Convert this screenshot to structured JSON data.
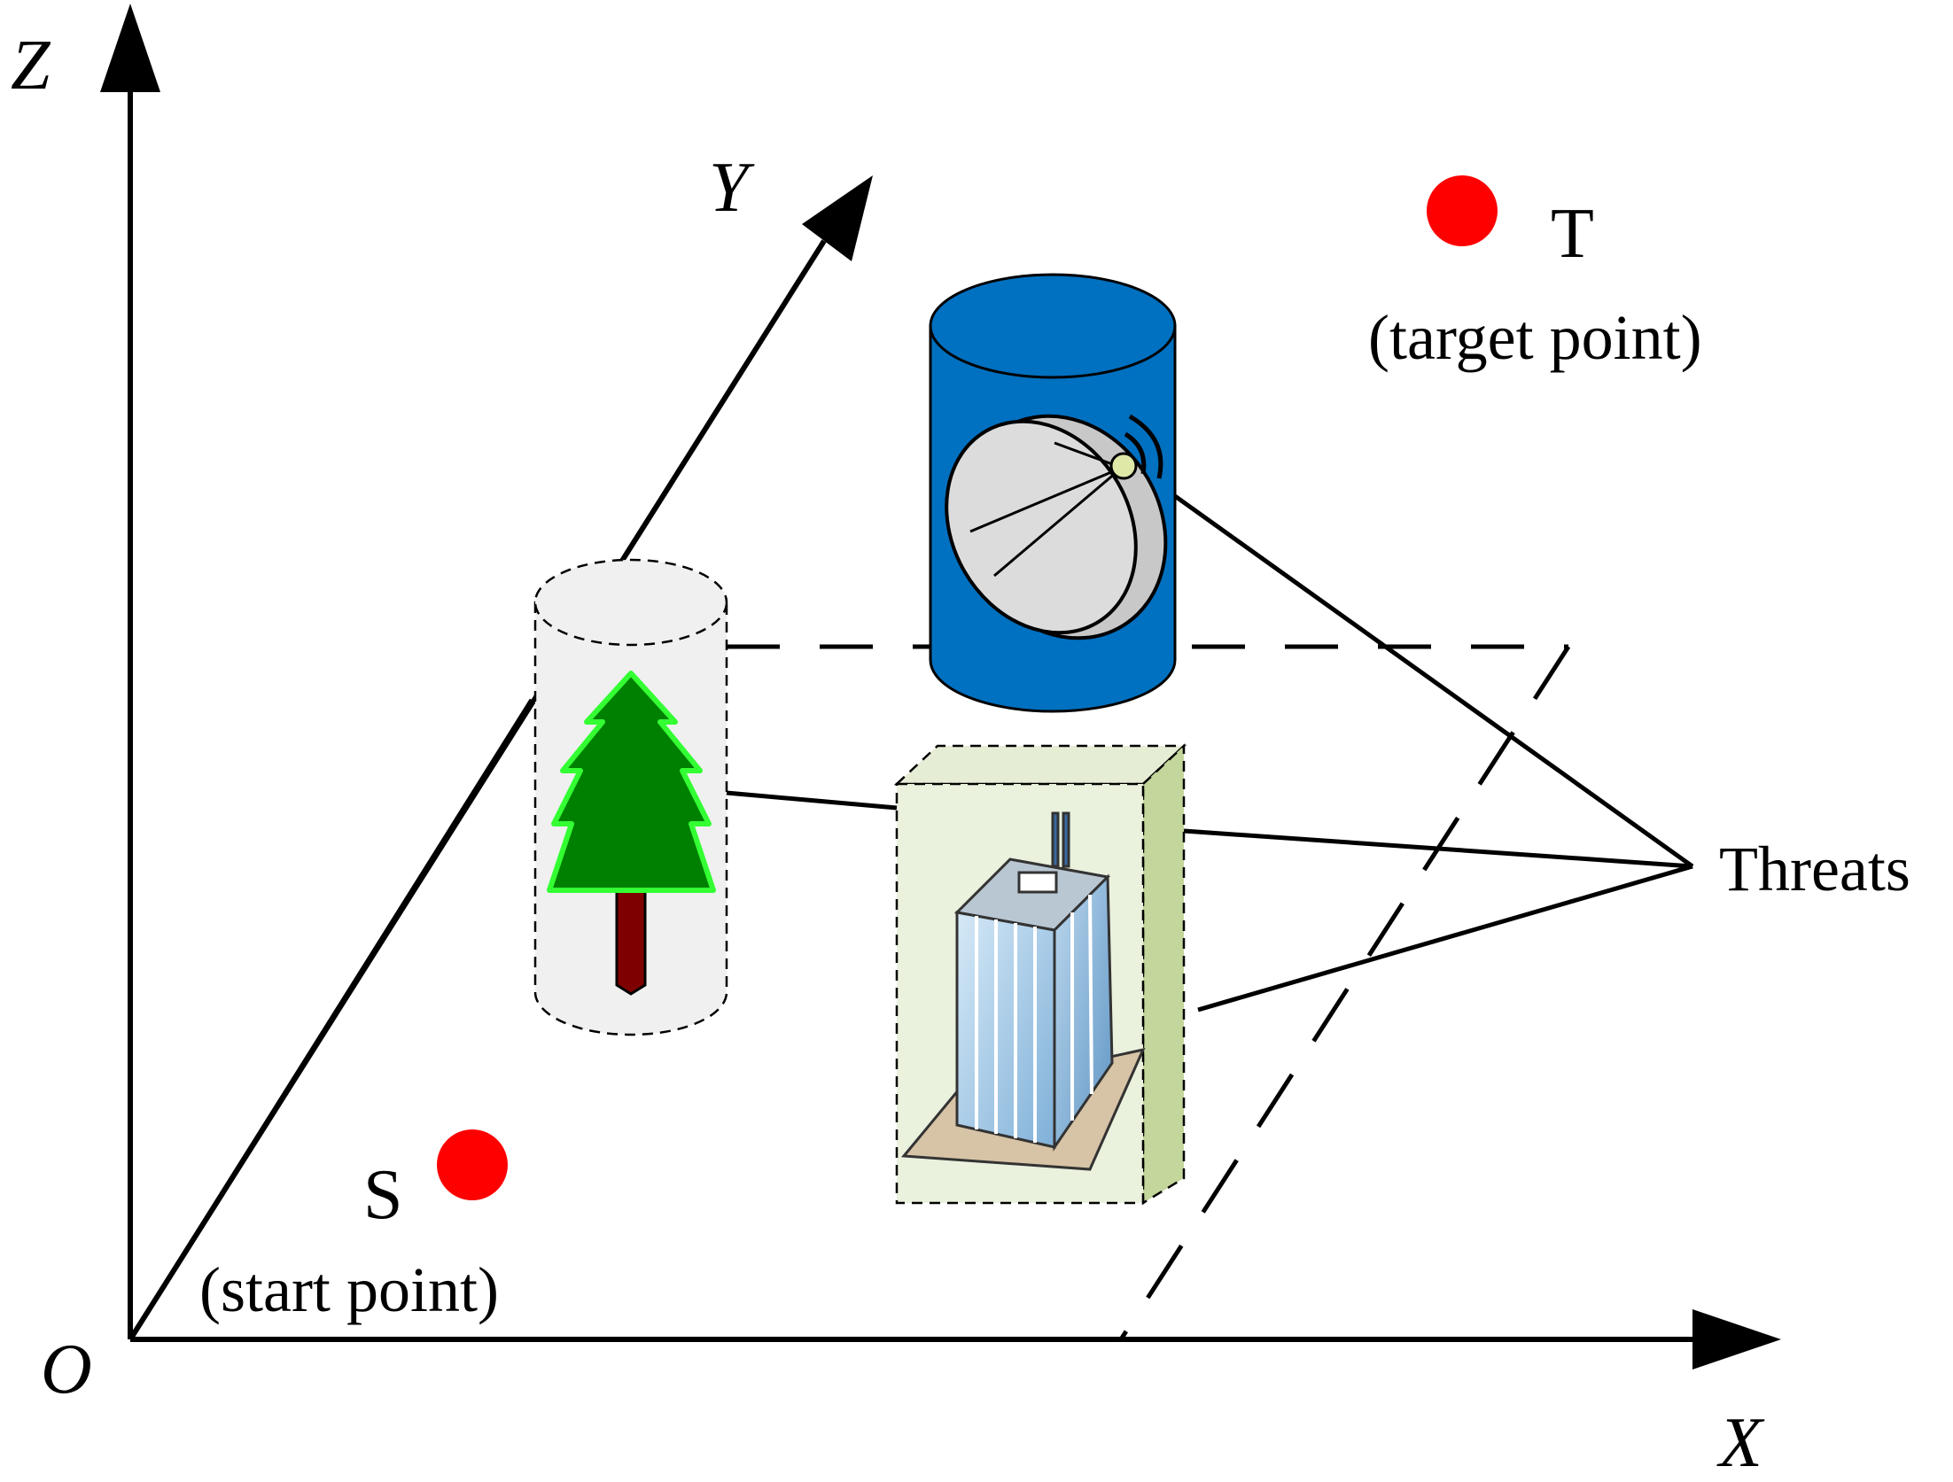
{
  "axes": {
    "x_label": "X",
    "y_label": "Y",
    "z_label": "Z",
    "origin_label": "O"
  },
  "start": {
    "letter": "S",
    "description": "(start point)"
  },
  "target": {
    "letter": "T",
    "description": "(target point)"
  },
  "threats_label": "Threats",
  "icons": [
    "tree-icon",
    "radar-dish-icon",
    "office-building-icon"
  ],
  "colors": {
    "point": "#ff0000",
    "radar_cylinder": "#0070c0",
    "tree_cylinder": "#f2f2f2",
    "building_box": "#e6edd5",
    "tree_foliage": "#008000",
    "tree_outline": "#33ff33",
    "tree_trunk": "#7f0000",
    "line": "#000000"
  }
}
